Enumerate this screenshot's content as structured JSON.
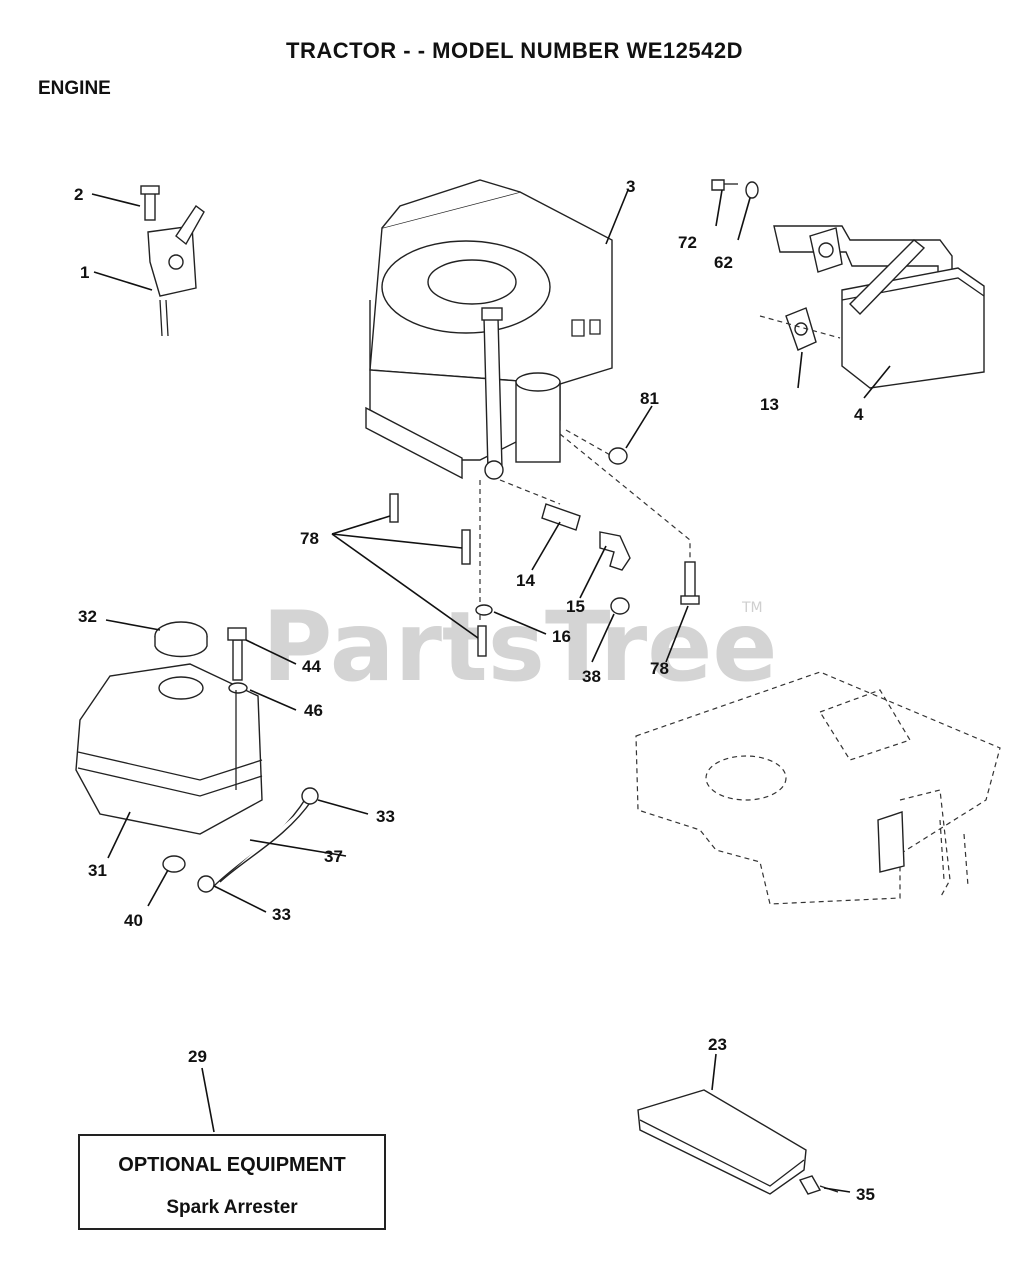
{
  "header": {
    "title": "TRACTOR - - MODEL NUMBER WE12542D",
    "section": "ENGINE"
  },
  "watermark": {
    "text": "PartsTree",
    "trademark": "TM"
  },
  "callouts": {
    "c1": "1",
    "c2": "2",
    "c3": "3",
    "c4": "4",
    "c13": "13",
    "c14": "14",
    "c15": "15",
    "c16": "16",
    "c23": "23",
    "c29": "29",
    "c31": "31",
    "c32": "32",
    "c33a": "33",
    "c33b": "33",
    "c35": "35",
    "c37": "37",
    "c38": "38",
    "c40": "40",
    "c44": "44",
    "c46": "46",
    "c62": "62",
    "c72": "72",
    "c78a": "78",
    "c78b": "78",
    "c81": "81"
  },
  "optional": {
    "title": "OPTIONAL EQUIPMENT",
    "item": "Spark Arrester"
  }
}
